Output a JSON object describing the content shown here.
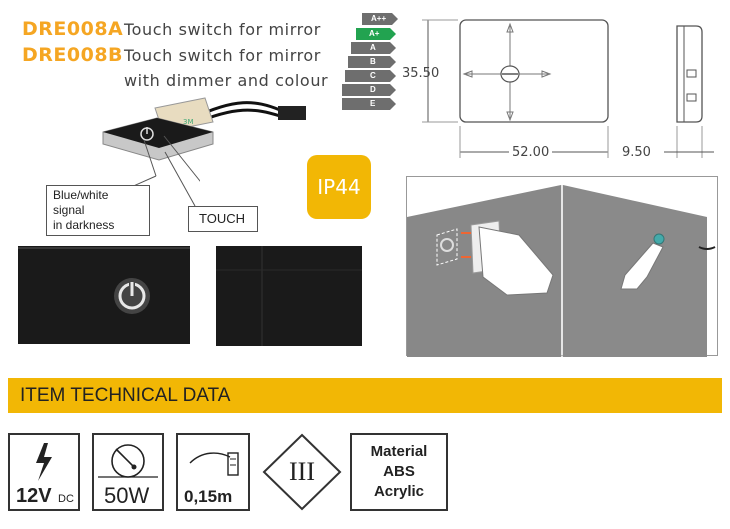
{
  "header": {
    "code_a": "DRE008A",
    "code_b": "DRE008B",
    "desc_a": "Touch switch for mirror",
    "desc_b_line1": "Touch switch for mirror",
    "desc_b_line2": "with dimmer and colour"
  },
  "energy_label": {
    "classes": [
      "A++",
      "A+",
      "A",
      "B",
      "C",
      "D",
      "E"
    ],
    "highlighted": "A+",
    "colors": {
      "highlight": "#22a350",
      "other": "#6e6e6e"
    }
  },
  "drawing": {
    "height": "35.50",
    "width": "52.00",
    "depth": "9.50"
  },
  "ip_rating": "IP44",
  "callouts": {
    "signal_line1": "Blue/white signal",
    "signal_line2": "in darkness",
    "touch": "TOUCH"
  },
  "section": {
    "title": "ITEM TECHNICAL DATA",
    "accent": "#f2b705"
  },
  "specs": {
    "voltage": "12V",
    "voltage_unit": "DC",
    "power": "50W",
    "cable": "0,15m",
    "class": "III",
    "material_title": "Material",
    "material_1": "ABS",
    "material_2": "Acrylic"
  }
}
